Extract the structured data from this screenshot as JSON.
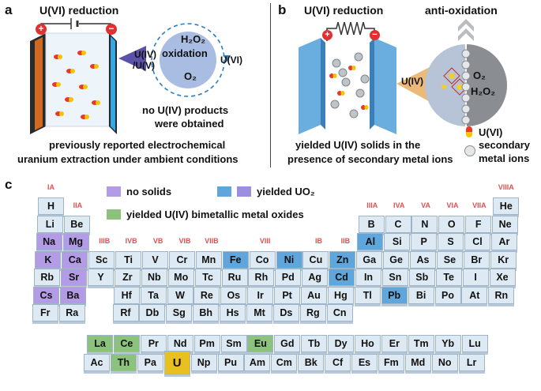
{
  "panel_a": {
    "label": "a",
    "title": "U(VI) reduction",
    "plus": "+",
    "minus": "−",
    "arrow_label_1": "U(IV)",
    "arrow_label_2": "/U(V)",
    "circle_top": "H₂O₂",
    "circle_mid": "oxidation",
    "circle_bottom": "O₂",
    "circle_right": "U(VI)",
    "note_1": "no U(IV) products",
    "note_2": "were obtained",
    "caption_1": "previously reported electrochemical",
    "caption_2": "uranium extraction under ambient conditions"
  },
  "panel_b": {
    "label": "b",
    "title": "U(VI) reduction",
    "anti": "anti-oxidation",
    "plus": "+",
    "minus": "−",
    "arrow_label": "U(IV)",
    "circle_o2": "O₂",
    "circle_h2o2": "H₂O₂",
    "caption_1": "yielded U(IV) solids in the",
    "caption_2": "presence of secondary metal ions",
    "legend_u6": "U(VI)",
    "legend_metal_1": "secondary",
    "legend_metal_2": "metal ions"
  },
  "panel_c": {
    "label": "c",
    "legend": {
      "no_solids": "no solids",
      "yielded_uo2": "yielded UO₂",
      "bimetallic": "yielded U(IV) bimetallic metal oxides"
    },
    "colors": {
      "base": "#dde9f3",
      "purple": "#b49be6",
      "blue": "#5fa6dc",
      "green": "#8cc37c",
      "yellow": "#e8c020",
      "group_label": "#e05050"
    },
    "groups": [
      {
        "text": "IA"
      },
      {
        "text": "IIA"
      },
      {
        "text": "IIIB"
      },
      {
        "text": "IVB"
      },
      {
        "text": "VB"
      },
      {
        "text": "VIB"
      },
      {
        "text": "VIIB"
      },
      {
        "text": "VIII"
      },
      {
        "text": "IB"
      },
      {
        "text": "IIB"
      },
      {
        "text": "IIIA"
      },
      {
        "text": "IVA"
      },
      {
        "text": "VA"
      },
      {
        "text": "VIA"
      },
      {
        "text": "VIIA"
      },
      {
        "text": "VIIIA"
      }
    ],
    "elements": [
      {
        "s": "H",
        "c": "base"
      },
      {
        "s": "He",
        "c": "base"
      },
      {
        "s": "Li",
        "c": "base"
      },
      {
        "s": "Be",
        "c": "base"
      },
      {
        "s": "B",
        "c": "base"
      },
      {
        "s": "C",
        "c": "base"
      },
      {
        "s": "N",
        "c": "base"
      },
      {
        "s": "O",
        "c": "base"
      },
      {
        "s": "F",
        "c": "base"
      },
      {
        "s": "Ne",
        "c": "base"
      },
      {
        "s": "Na",
        "c": "purple"
      },
      {
        "s": "Mg",
        "c": "purple"
      },
      {
        "s": "Al",
        "c": "blue"
      },
      {
        "s": "Si",
        "c": "base"
      },
      {
        "s": "P",
        "c": "base"
      },
      {
        "s": "S",
        "c": "base"
      },
      {
        "s": "Cl",
        "c": "base"
      },
      {
        "s": "Ar",
        "c": "base"
      },
      {
        "s": "K",
        "c": "purple"
      },
      {
        "s": "Ca",
        "c": "purple"
      },
      {
        "s": "Sc",
        "c": "base"
      },
      {
        "s": "Ti",
        "c": "base"
      },
      {
        "s": "V",
        "c": "base"
      },
      {
        "s": "Cr",
        "c": "base"
      },
      {
        "s": "Mn",
        "c": "base"
      },
      {
        "s": "Fe",
        "c": "blue"
      },
      {
        "s": "Co",
        "c": "base"
      },
      {
        "s": "Ni",
        "c": "blue"
      },
      {
        "s": "Cu",
        "c": "base"
      },
      {
        "s": "Zn",
        "c": "blue"
      },
      {
        "s": "Ga",
        "c": "base"
      },
      {
        "s": "Ge",
        "c": "base"
      },
      {
        "s": "As",
        "c": "base"
      },
      {
        "s": "Se",
        "c": "base"
      },
      {
        "s": "Br",
        "c": "base"
      },
      {
        "s": "Kr",
        "c": "base"
      },
      {
        "s": "Rb",
        "c": "base"
      },
      {
        "s": "Sr",
        "c": "purple"
      },
      {
        "s": "Y",
        "c": "base"
      },
      {
        "s": "Zr",
        "c": "base"
      },
      {
        "s": "Nb",
        "c": "base"
      },
      {
        "s": "Mo",
        "c": "base"
      },
      {
        "s": "Tc",
        "c": "base"
      },
      {
        "s": "Ru",
        "c": "base"
      },
      {
        "s": "Rh",
        "c": "base"
      },
      {
        "s": "Pd",
        "c": "base"
      },
      {
        "s": "Ag",
        "c": "base"
      },
      {
        "s": "Cd",
        "c": "blue"
      },
      {
        "s": "In",
        "c": "base"
      },
      {
        "s": "Sn",
        "c": "base"
      },
      {
        "s": "Sb",
        "c": "base"
      },
      {
        "s": "Te",
        "c": "base"
      },
      {
        "s": "I",
        "c": "base"
      },
      {
        "s": "Xe",
        "c": "base"
      },
      {
        "s": "Cs",
        "c": "purple"
      },
      {
        "s": "Ba",
        "c": "purple"
      },
      {
        "s": "Hf",
        "c": "base"
      },
      {
        "s": "Ta",
        "c": "base"
      },
      {
        "s": "W",
        "c": "base"
      },
      {
        "s": "Re",
        "c": "base"
      },
      {
        "s": "Os",
        "c": "base"
      },
      {
        "s": "Ir",
        "c": "base"
      },
      {
        "s": "Pt",
        "c": "base"
      },
      {
        "s": "Au",
        "c": "base"
      },
      {
        "s": "Hg",
        "c": "base"
      },
      {
        "s": "Tl",
        "c": "base"
      },
      {
        "s": "Pb",
        "c": "blue"
      },
      {
        "s": "Bi",
        "c": "base"
      },
      {
        "s": "Po",
        "c": "base"
      },
      {
        "s": "At",
        "c": "base"
      },
      {
        "s": "Rn",
        "c": "base"
      },
      {
        "s": "Fr",
        "c": "base"
      },
      {
        "s": "Ra",
        "c": "base"
      },
      {
        "s": "Rf",
        "c": "base"
      },
      {
        "s": "Db",
        "c": "base"
      },
      {
        "s": "Sg",
        "c": "base"
      },
      {
        "s": "Bh",
        "c": "base"
      },
      {
        "s": "Hs",
        "c": "base"
      },
      {
        "s": "Mt",
        "c": "base"
      },
      {
        "s": "Ds",
        "c": "base"
      },
      {
        "s": "Rg",
        "c": "base"
      },
      {
        "s": "Cn",
        "c": "base"
      },
      {
        "s": "La",
        "c": "green"
      },
      {
        "s": "Ce",
        "c": "green"
      },
      {
        "s": "Pr",
        "c": "base"
      },
      {
        "s": "Nd",
        "c": "base"
      },
      {
        "s": "Pm",
        "c": "base"
      },
      {
        "s": "Sm",
        "c": "base"
      },
      {
        "s": "Eu",
        "c": "green"
      },
      {
        "s": "Gd",
        "c": "base"
      },
      {
        "s": "Tb",
        "c": "base"
      },
      {
        "s": "Dy",
        "c": "base"
      },
      {
        "s": "Ho",
        "c": "base"
      },
      {
        "s": "Er",
        "c": "base"
      },
      {
        "s": "Tm",
        "c": "base"
      },
      {
        "s": "Yb",
        "c": "base"
      },
      {
        "s": "Lu",
        "c": "base"
      },
      {
        "s": "Ac",
        "c": "base"
      },
      {
        "s": "Th",
        "c": "green"
      },
      {
        "s": "Pa",
        "c": "base"
      },
      {
        "s": "U",
        "c": "yellow"
      },
      {
        "s": "Np",
        "c": "base"
      },
      {
        "s": "Pu",
        "c": "base"
      },
      {
        "s": "Am",
        "c": "base"
      },
      {
        "s": "Cm",
        "c": "base"
      },
      {
        "s": "Bk",
        "c": "base"
      },
      {
        "s": "Cf",
        "c": "base"
      },
      {
        "s": "Es",
        "c": "base"
      },
      {
        "s": "Fm",
        "c": "base"
      },
      {
        "s": "Md",
        "c": "base"
      },
      {
        "s": "No",
        "c": "base"
      },
      {
        "s": "Lr",
        "c": "base"
      }
    ]
  }
}
